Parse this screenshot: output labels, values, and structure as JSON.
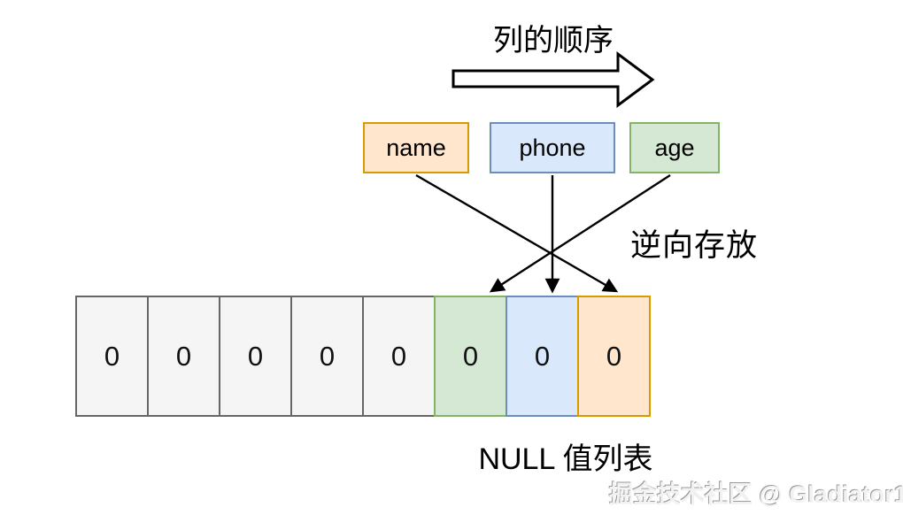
{
  "texts": {
    "column_order_label": "列的顺序",
    "reverse_storage_label": "逆向存放",
    "null_list_label": "NULL 值列表",
    "watermark": "掘金技术社区 @ Gladiator1"
  },
  "columns": [
    {
      "label": "name",
      "fill": "#ffe6cc",
      "border": "#d79b00"
    },
    {
      "label": "phone",
      "fill": "#dae8fc",
      "border": "#6c8ebf"
    },
    {
      "label": "age",
      "fill": "#d5e8d4",
      "border": "#82b366"
    }
  ],
  "null_bitmap_cells": [
    {
      "value": "0",
      "fill": "#f5f5f5",
      "border": "#666666"
    },
    {
      "value": "0",
      "fill": "#f5f5f5",
      "border": "#666666"
    },
    {
      "value": "0",
      "fill": "#f5f5f5",
      "border": "#666666"
    },
    {
      "value": "0",
      "fill": "#f5f5f5",
      "border": "#666666"
    },
    {
      "value": "0",
      "fill": "#f5f5f5",
      "border": "#666666"
    },
    {
      "value": "0",
      "fill": "#d5e8d4",
      "border": "#82b366"
    },
    {
      "value": "0",
      "fill": "#dae8fc",
      "border": "#6c8ebf"
    },
    {
      "value": "0",
      "fill": "#ffe6cc",
      "border": "#d79b00"
    }
  ],
  "colors": {
    "arrow_stroke": "#000000",
    "big_arrow_fill": "#ffffff"
  }
}
